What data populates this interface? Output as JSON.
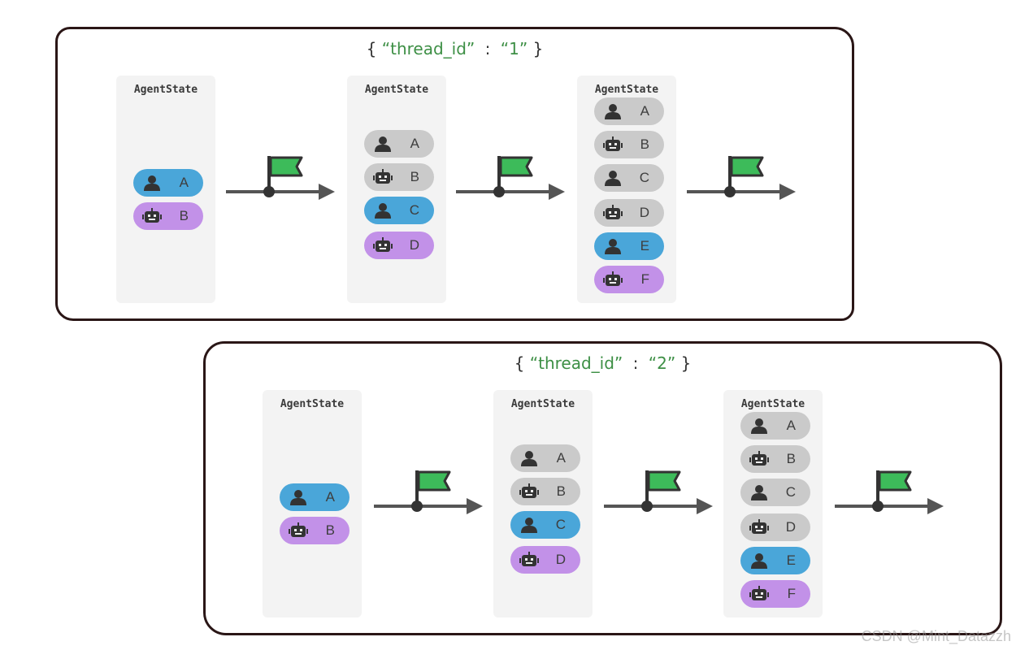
{
  "threads": [
    {
      "open_brace": "{",
      "key": "“thread_id”",
      "colon": ":",
      "value": "“1”",
      "close_brace": "}",
      "states": [
        {
          "title": "AgentState",
          "messages": [
            {
              "label": "A",
              "icon": "person-icon",
              "color": "#4aa6d9"
            },
            {
              "label": "B",
              "icon": "robot-icon",
              "color": "#c291e8"
            }
          ]
        },
        {
          "title": "AgentState",
          "messages": [
            {
              "label": "A",
              "icon": "person-icon",
              "color": "#cacaca"
            },
            {
              "label": "B",
              "icon": "robot-icon",
              "color": "#cacaca"
            },
            {
              "label": "C",
              "icon": "person-icon",
              "color": "#4aa6d9"
            },
            {
              "label": "D",
              "icon": "robot-icon",
              "color": "#c291e8"
            }
          ]
        },
        {
          "title": "AgentState",
          "messages": [
            {
              "label": "A",
              "icon": "person-icon",
              "color": "#cacaca"
            },
            {
              "label": "B",
              "icon": "robot-icon",
              "color": "#cacaca"
            },
            {
              "label": "C",
              "icon": "person-icon",
              "color": "#cacaca"
            },
            {
              "label": "D",
              "icon": "robot-icon",
              "color": "#cacaca"
            },
            {
              "label": "E",
              "icon": "person-icon",
              "color": "#4aa6d9"
            },
            {
              "label": "F",
              "icon": "robot-icon",
              "color": "#c291e8"
            }
          ]
        }
      ]
    },
    {
      "open_brace": "{",
      "key": "“thread_id”",
      "colon": ":",
      "value": "“2”",
      "close_brace": "}",
      "states": [
        {
          "title": "AgentState",
          "messages": [
            {
              "label": "A",
              "icon": "person-icon",
              "color": "#4aa6d9"
            },
            {
              "label": "B",
              "icon": "robot-icon",
              "color": "#c291e8"
            }
          ]
        },
        {
          "title": "AgentState",
          "messages": [
            {
              "label": "A",
              "icon": "person-icon",
              "color": "#cacaca"
            },
            {
              "label": "B",
              "icon": "robot-icon",
              "color": "#cacaca"
            },
            {
              "label": "C",
              "icon": "person-icon",
              "color": "#4aa6d9"
            },
            {
              "label": "D",
              "icon": "robot-icon",
              "color": "#c291e8"
            }
          ]
        },
        {
          "title": "AgentState",
          "messages": [
            {
              "label": "A",
              "icon": "person-icon",
              "color": "#cacaca"
            },
            {
              "label": "B",
              "icon": "robot-icon",
              "color": "#cacaca"
            },
            {
              "label": "C",
              "icon": "person-icon",
              "color": "#cacaca"
            },
            {
              "label": "D",
              "icon": "robot-icon",
              "color": "#cacaca"
            },
            {
              "label": "E",
              "icon": "person-icon",
              "color": "#4aa6d9"
            },
            {
              "label": "F",
              "icon": "robot-icon",
              "color": "#c291e8"
            }
          ]
        }
      ]
    }
  ],
  "colors": {
    "flag": "#3dbb5a",
    "arrow": "#555555",
    "thread_key": "#3d8f45"
  },
  "checkpoint_icon": "flag-icon",
  "watermark": "CSDN @Mint_Datazzh"
}
